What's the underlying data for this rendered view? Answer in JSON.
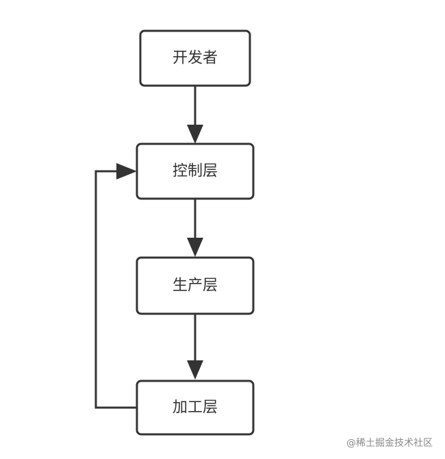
{
  "nodes": {
    "developer": "开发者",
    "control_layer": "控制层",
    "production_layer": "生产层",
    "processing_layer": "加工层"
  },
  "edges": [
    {
      "from": "开发者",
      "to": "控制层"
    },
    {
      "from": "控制层",
      "to": "生产层"
    },
    {
      "from": "生产层",
      "to": "加工层"
    },
    {
      "from": "加工层",
      "to": "控制层"
    }
  ],
  "watermark": "@稀土掘金技术社区",
  "colors": {
    "stroke": "#333333",
    "background": "#ffffff",
    "watermark": "#8a8a8a"
  }
}
